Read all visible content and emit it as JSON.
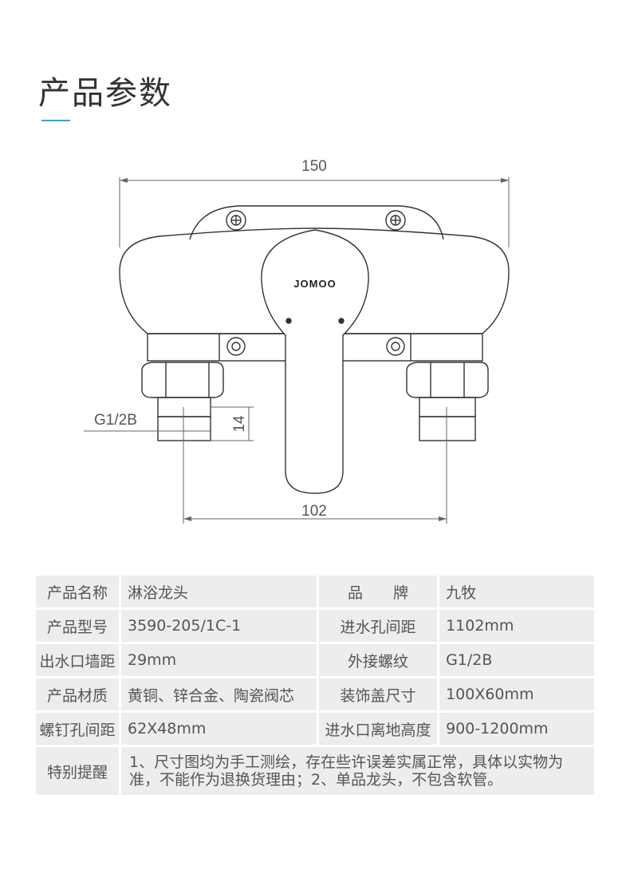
{
  "section_title": "产品参数",
  "drawing": {
    "width_label": "150",
    "hole_spacing_label": "102",
    "thread_label": "G1/2B",
    "thread_length_label": "14",
    "brand_logo": "JOMOO"
  },
  "specs": {
    "rows": [
      {
        "k1": "产品名称",
        "v1": "淋浴龙头",
        "k2": "品　　牌",
        "v2": "九牧"
      },
      {
        "k1": "产品型号",
        "v1": "3590-205/1C-1",
        "k2": "进水孔间距",
        "v2": "1102mm"
      },
      {
        "k1": "出水口墙距",
        "v1": "29mm",
        "k2": "外接螺纹",
        "v2": "G1/2B"
      },
      {
        "k1": "产品材质",
        "v1": "黄铜、锌合金、陶瓷阀芯",
        "k2": "装饰盖尺寸",
        "v2": "100X60mm"
      },
      {
        "k1": "螺钉孔间距",
        "v1": "62X48mm",
        "k2": "进水口离地高度",
        "v2": "900-1200mm"
      }
    ],
    "note_key": "特别提醒",
    "note": "1、尺寸图均为手工测绘，存在些许误差实属正常，具体以实物为准，不能作为退换货理由；2、单品龙头，不包含软管。"
  },
  "colors": {
    "accent": "#29a9e0",
    "table_bg": "#ededed"
  }
}
